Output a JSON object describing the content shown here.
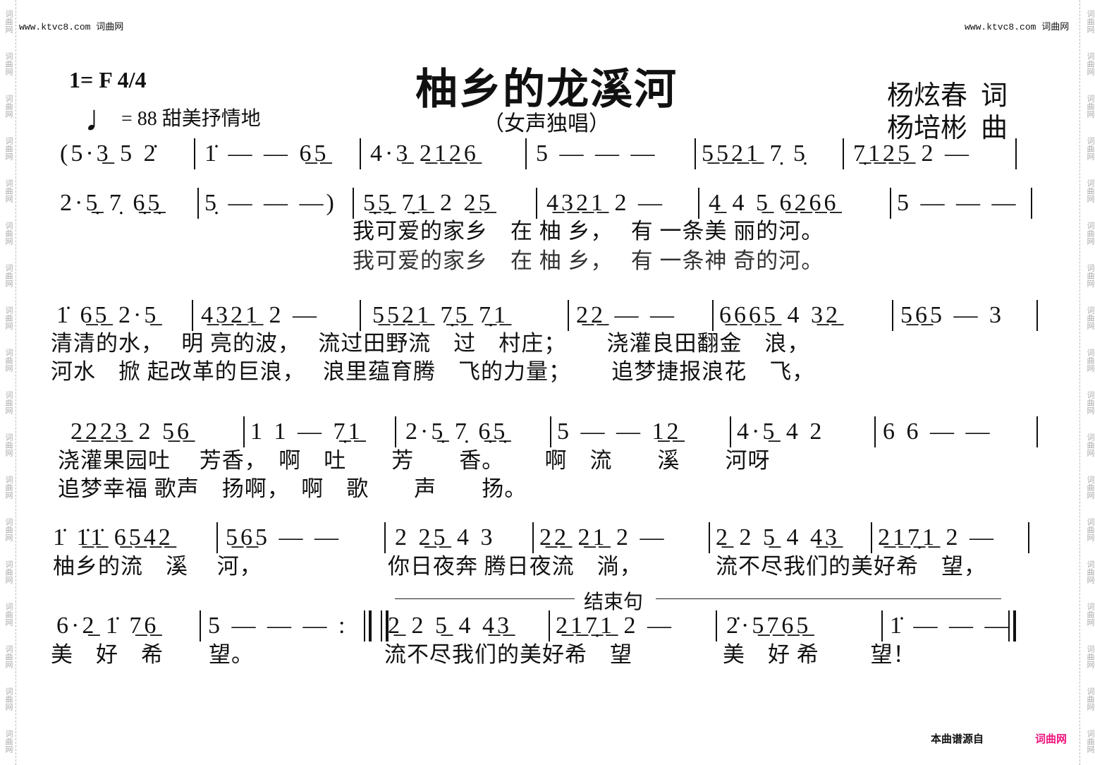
{
  "watermark": {
    "url_text": "www.ktvc8.com 词曲网",
    "side_text": "词曲网"
  },
  "header": {
    "title": "柚乡的龙溪河",
    "subtitle": "（女声独唱）",
    "key": "1= F 4/4",
    "tempo": "= 88 甜美抒情地",
    "lyricist": "杨炫春  词",
    "composer": "杨培彬  曲"
  },
  "rows": [
    {
      "measures": [
        "(5·3̲ 5 2̇",
        "1̇ — — 6̲5̲",
        "4·3̲ 2̲1̲2̲6̲",
        "5 — — —",
        "5̲5̲2̲1̲ 7̣ 5̣",
        "7̣̲1̲2̲5̲ 2 —"
      ],
      "lyrics": []
    },
    {
      "measures": [
        "2·5̣̲ 7̣ 6̣̲5̣̲",
        "5̣ — — —)",
        "5̣̲5̣̲ 7̣̲1̲ 2 2̲5̲",
        "4̲3̲2̲1̲ 2 —",
        "4̲ 4 5̲ 6̲2̲6̲6̲",
        "5 — — —"
      ],
      "lyrics": [
        "我可爱的家乡　在 柚 乡，　 有 一条美 丽的河。",
        "我可爱的家乡　在 柚 乡，　 有 一条神 奇的河。"
      ]
    },
    {
      "measures": [
        "1̇ 6̲5̲ 2·5̲",
        "4̲3̲2̲1̲ 2 —",
        "5̲5̲2̲1̲ 7̣̲5̲ 7̣̲1̲",
        "2̲2̲ — —",
        "6̲6̲6̲5̲ 4 3̲2̲",
        "5̲6̲5 — 3"
      ],
      "lyrics": [
        "清清的水，　 明 亮的波，　 流过田野流　过　村庄；　　 浇灌良田翻金　浪，",
        "河水　掀 起改革的巨浪，　 浪里蕴育腾　飞的力量；　　 追梦捷报浪花　飞，"
      ]
    },
    {
      "measures": [
        "2̲2̲2̲3̲ 2 5̲6̲",
        "1 1 — 7̣̲1̲",
        "2·5̣̲ 7̣ 6̣̲5̣̲",
        "5 — — 1̲2̲",
        "4·5̲ 4 2",
        "6 6 — —"
      ],
      "lyrics": [
        "浇灌果园吐　 芳香，　啊　吐　　芳　　香。　　 啊　流　　溪　　河呀",
        "追梦幸福 歌声　扬啊，　啊　歌　　声　　扬。"
      ]
    },
    {
      "measures": [
        "1̇ 1̲̇1̲̇ 6̲5̲4̲2̲",
        "5̲6̲5 — —",
        "2 2̲5̲ 4 3",
        "2̲2̲ 2̲1̲ 2 —",
        "2̲ 2 5̲ 4 4̲3̲",
        "2̲1̲7̣̲1̲ 2 —"
      ],
      "lyrics": [
        "柚乡的流　溪　 河，",
        "你日夜奔 腾日夜流　淌，",
        "流不尽我们的美好希　望，"
      ]
    },
    {
      "measures": [
        "6·2̲ 1̇ 7̲6̲",
        "5 — — — :",
        "2̲ 2 5̲ 4 4̲3̲",
        "2̲1̲7̣̲1̲ 2 —",
        "2̇·5̲7̲6̲5̲",
        "1̇ — — —"
      ],
      "lyrics": [
        "美　好　希　　望。",
        "流不尽我们的美好希　望",
        "美　好 希　　 望！"
      ],
      "section_label": "结束句"
    }
  ],
  "footer": {
    "source_label": "本曲谱源自",
    "source_site": "词曲网",
    "site_color": "#f0147c"
  }
}
